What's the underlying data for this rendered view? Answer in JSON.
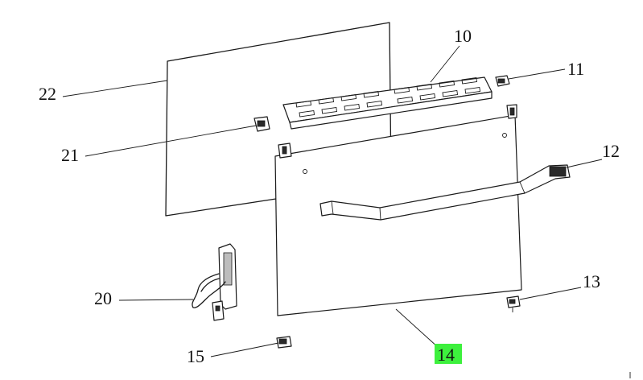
{
  "callouts": {
    "c10": "10",
    "c11": "11",
    "c12": "12",
    "c13": "13",
    "c14": "14",
    "c15": "15",
    "c20": "20",
    "c21": "21",
    "c22": "22"
  },
  "highlighted_callout": "14",
  "highlight_color": "#3df03d"
}
